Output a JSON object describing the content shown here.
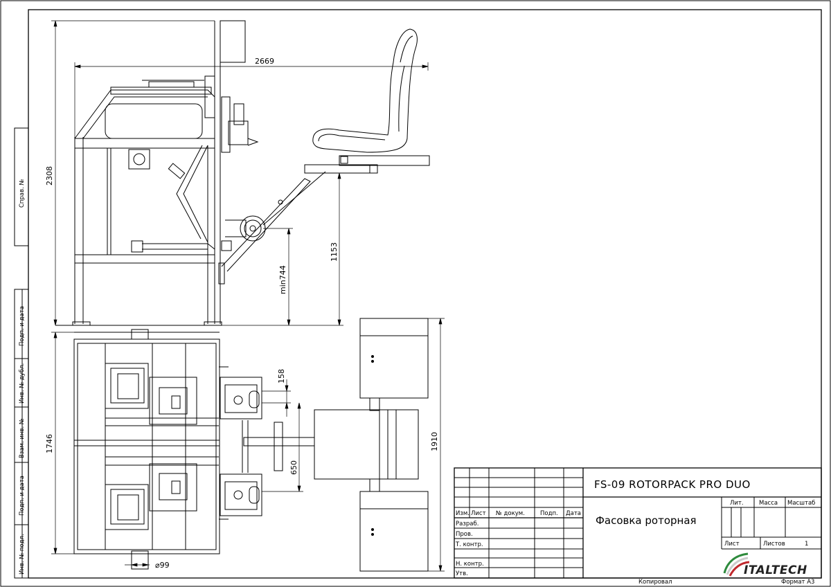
{
  "drawing": {
    "dimensions": {
      "width_total": "2669",
      "height_total": "2308",
      "step_height": "1153",
      "min_height": "min744",
      "plan_depth": "1746",
      "plan_depth_right": "1910",
      "gap_top": "158",
      "gap_mid": "650",
      "pipe_diameter": "⌀99"
    }
  },
  "side_stamps": {
    "sprav": "Справ. №",
    "podp_data_1": "Подп. и дата",
    "inv_dubl": "Инв. № дубл.",
    "vzam_inv": "Взам. инв. №",
    "podp_data_2": "Подп. и дата",
    "inv_podl": "Инв. № подл."
  },
  "title_block": {
    "title": "FS-09 ROTORPACK PRO DUO",
    "subtitle": "Фасовка роторная",
    "header": {
      "izm": "Изм.",
      "list": "Лист",
      "doc": "№ докум.",
      "podp": "Подп.",
      "data": "Дата"
    },
    "roles": {
      "razrab": "Разраб.",
      "prov": "Пров.",
      "tkontr": "Т. контр.",
      "nkontr": "Н. контр.",
      "utv": "Утв."
    },
    "lit": "Лит.",
    "massa": "Масса",
    "masshtab": "Масштаб",
    "list_label": "Лист",
    "listov_label": "Листов",
    "listov_value": "1",
    "logo": "ITALTECH",
    "kopiroval": "Копировал",
    "format": "Формат А3"
  }
}
